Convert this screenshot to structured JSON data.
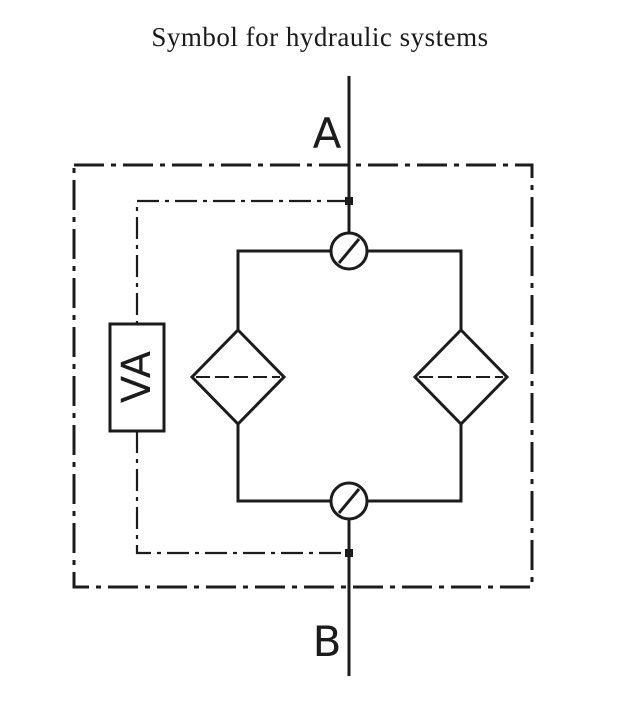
{
  "title": "Symbol for hydraulic systems",
  "ports": {
    "top": "A",
    "bottom": "B"
  },
  "indicator_label": "VA",
  "colors": {
    "line": "#1c1c1c",
    "background": "#ffffff"
  }
}
